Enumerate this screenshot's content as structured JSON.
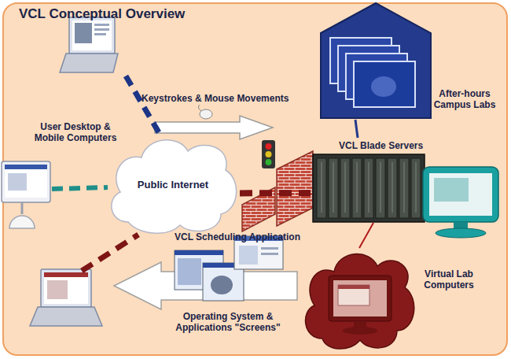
{
  "diagram": {
    "title": "VCL Conceptual Overview",
    "nodes": [
      {
        "text": [
          "User Desktop & Mobile Computers"
        ]
      },
      {
        "text": [
          "Public Internet"
        ]
      },
      {
        "text": [
          "After-hours Campus Labs"
        ]
      },
      {
        "text": [
          "VCL Blade Servers"
        ]
      },
      {
        "text": [
          "Virtual Lab Computers"
        ]
      }
    ],
    "edges": [
      {
        "from": 0,
        "to": 1,
        "arrow": "none"
      },
      {
        "from": 1,
        "to": 3,
        "arrow": "none"
      },
      {
        "from": 3,
        "to": 2,
        "arrow": "none"
      },
      {
        "from": 3,
        "to": 4,
        "arrow": "none"
      }
    ],
    "labels": [
      "Keystrokes & Mouse Movements",
      "VCL Scheduling Application",
      "Operating System & Applications \"Screens\""
    ]
  }
}
